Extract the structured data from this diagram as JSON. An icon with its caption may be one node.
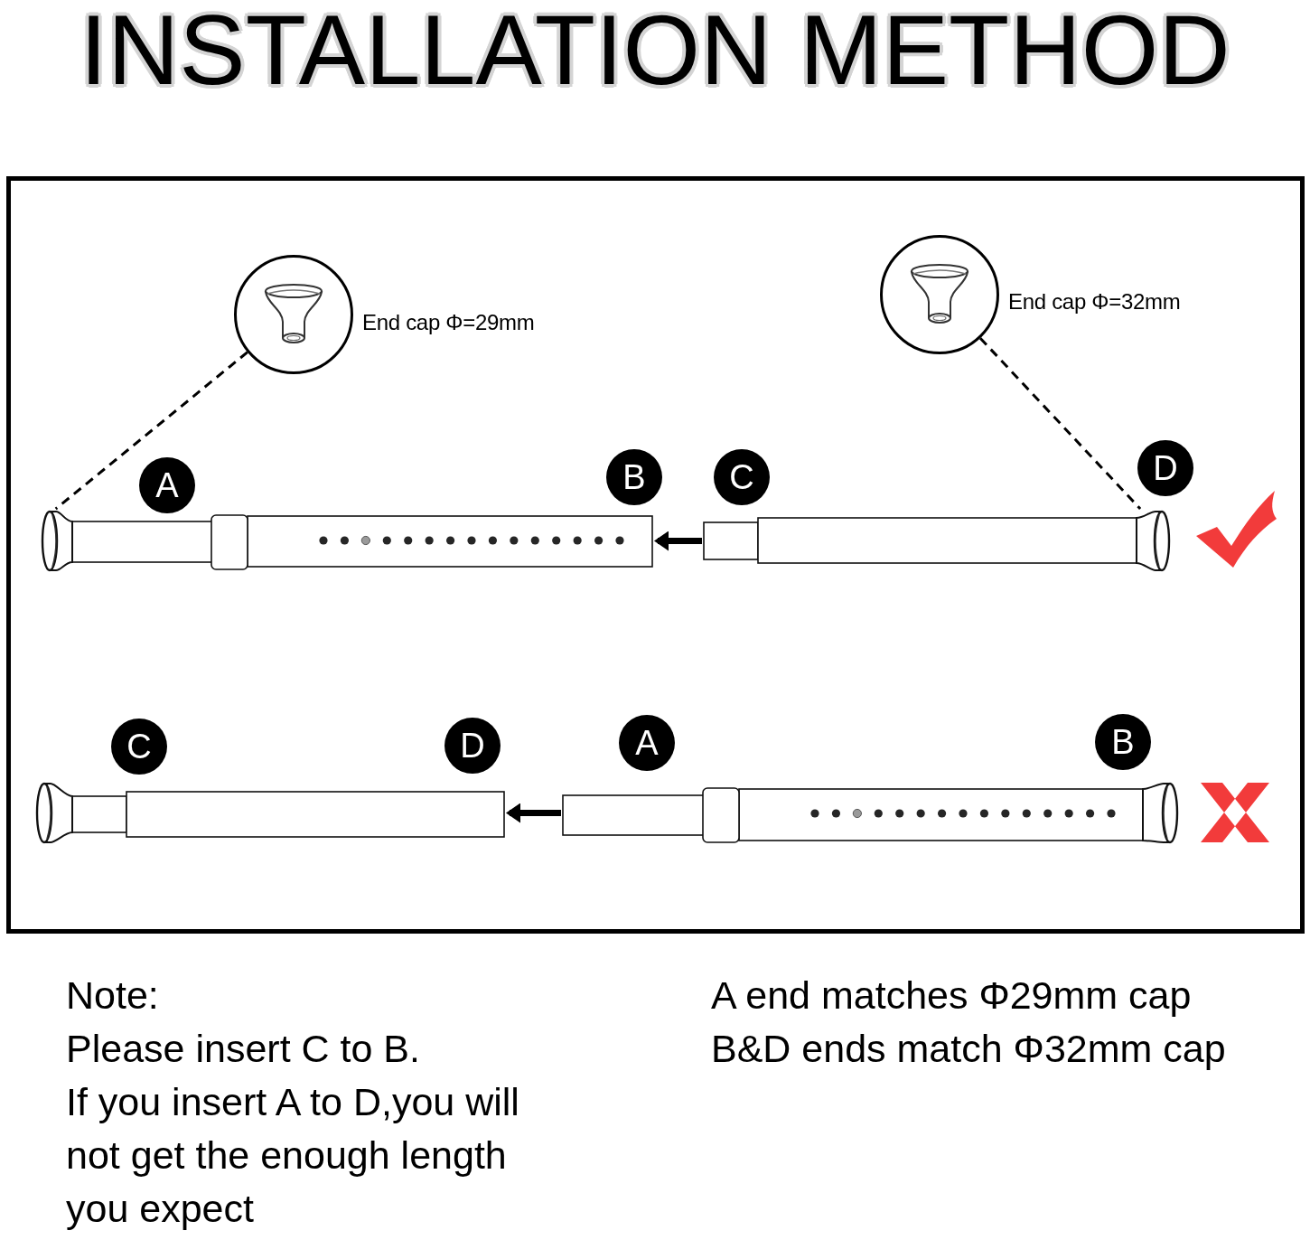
{
  "diagram": {
    "title": "INSTALLATION METHOD",
    "nodes": [
      {
        "text": [],
        "shape": "circle",
        "beside": [
          "End cap Φ=29mm"
        ]
      },
      {
        "text": [],
        "shape": "circle",
        "beside": [
          "End cap Φ=32mm"
        ]
      },
      {
        "text": [
          "A"
        ]
      },
      {
        "text": [
          "B"
        ]
      },
      {
        "text": [
          "C"
        ]
      },
      {
        "text": [
          "D"
        ]
      },
      {
        "text": [],
        "shape": "bar"
      },
      {
        "text": [],
        "shape": "bar"
      },
      {
        "text": [
          "C"
        ]
      },
      {
        "text": [
          "D"
        ]
      },
      {
        "text": [
          "A"
        ]
      },
      {
        "text": [
          "B"
        ]
      },
      {
        "text": [],
        "shape": "bar"
      },
      {
        "text": [],
        "shape": "bar"
      }
    ],
    "edges": [
      {
        "from": 0,
        "to": 6,
        "arrow": "none",
        "style": "dashed"
      },
      {
        "from": 1,
        "to": 7,
        "arrow": "none",
        "style": "dashed"
      },
      {
        "from": 7,
        "to": 6,
        "arrow": "to",
        "style": "thick"
      },
      {
        "from": 13,
        "to": 12,
        "arrow": "to",
        "style": "thick"
      }
    ],
    "labels": [
      "Note:",
      "Please insert C to B.",
      "If you insert A to D,you will not get the enough length you expect",
      "A end matches Φ29mm cap",
      "B&D ends match Φ32mm cap"
    ]
  }
}
